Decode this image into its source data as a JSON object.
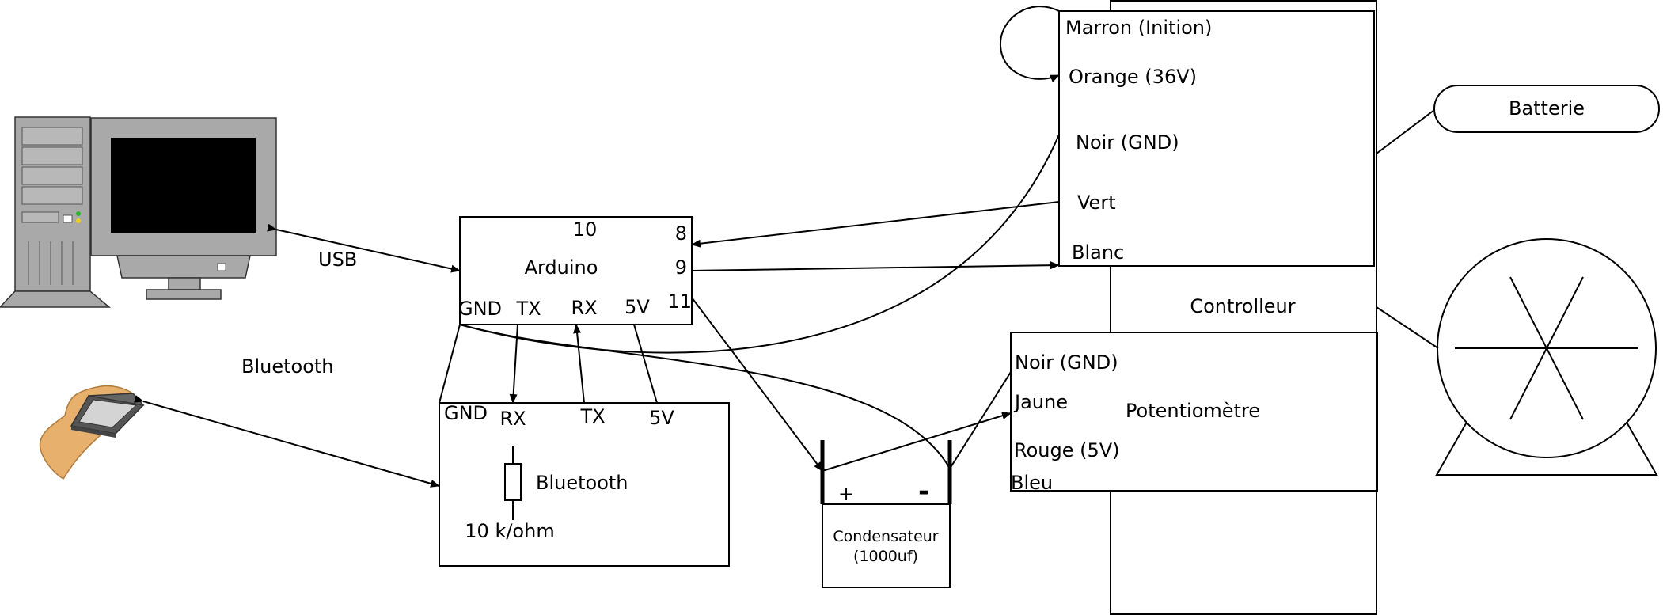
{
  "labels": {
    "usb": "USB",
    "bluetooth_link": "Bluetooth",
    "arduino": {
      "title": "Arduino",
      "pin_10": "10",
      "pin_8": "8",
      "pin_9": "9",
      "pin_11": "11",
      "gnd": "GND",
      "tx": "TX",
      "rx": "RX",
      "v5": "5V"
    },
    "bt_module": {
      "title": "Bluetooth",
      "gnd": "GND",
      "rx": "RX",
      "tx": "TX",
      "v5": "5V",
      "resistor": "10 k/ohm"
    },
    "controller": {
      "title": "Controlleur",
      "marron": "Marron (Inition)",
      "orange": "Orange (36V)",
      "noir": "Noir (GND)",
      "vert": "Vert",
      "blanc": "Blanc"
    },
    "pot": {
      "title": "Potentiomètre",
      "noir": "Noir (GND)",
      "jaune": "Jaune",
      "rouge": "Rouge (5V)",
      "bleu": "Bleu"
    },
    "capacitor": {
      "line1": "Condensateur",
      "line2": "(1000uf)",
      "plus": "+",
      "minus": "-"
    },
    "battery": "Batterie"
  }
}
